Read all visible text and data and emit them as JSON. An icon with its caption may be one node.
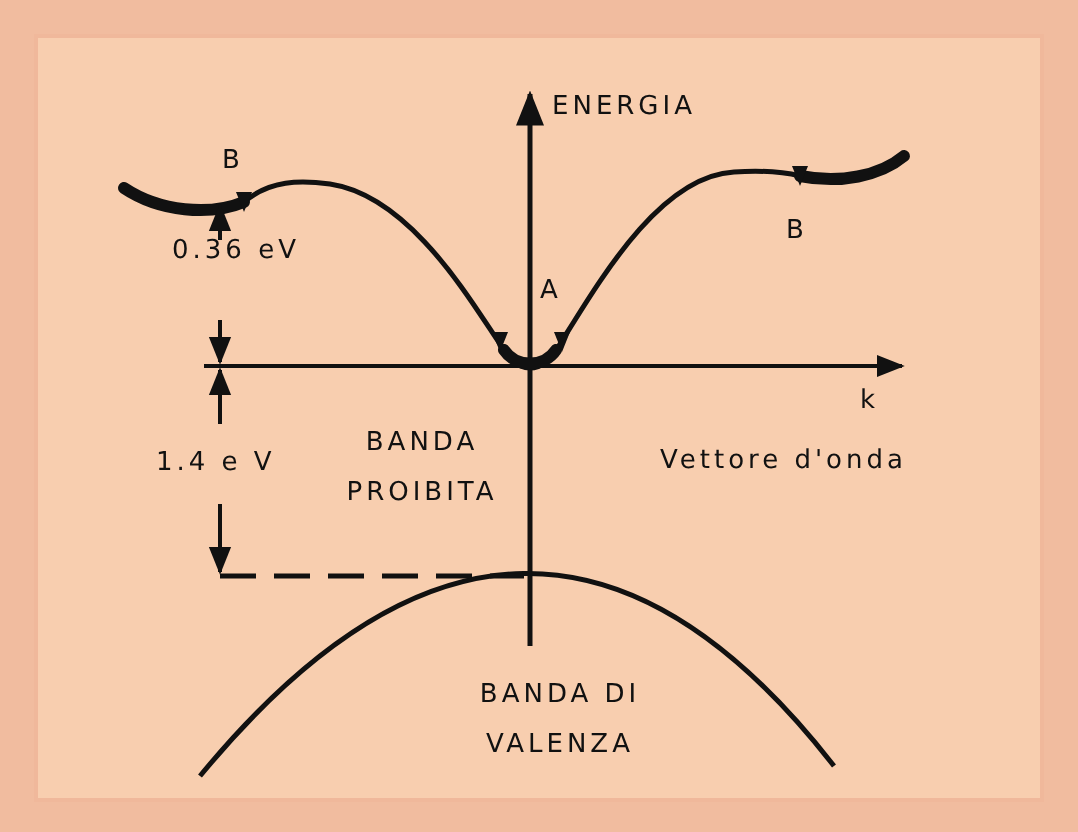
{
  "diagram": {
    "labels": [
      "ENERGIA",
      "B",
      "B",
      "0.36 eV",
      "A",
      "k",
      "1.4 e V",
      "BANDA PROIBITA",
      "Vettore d'onda",
      "BANDA DI VALENZA"
    ]
  }
}
